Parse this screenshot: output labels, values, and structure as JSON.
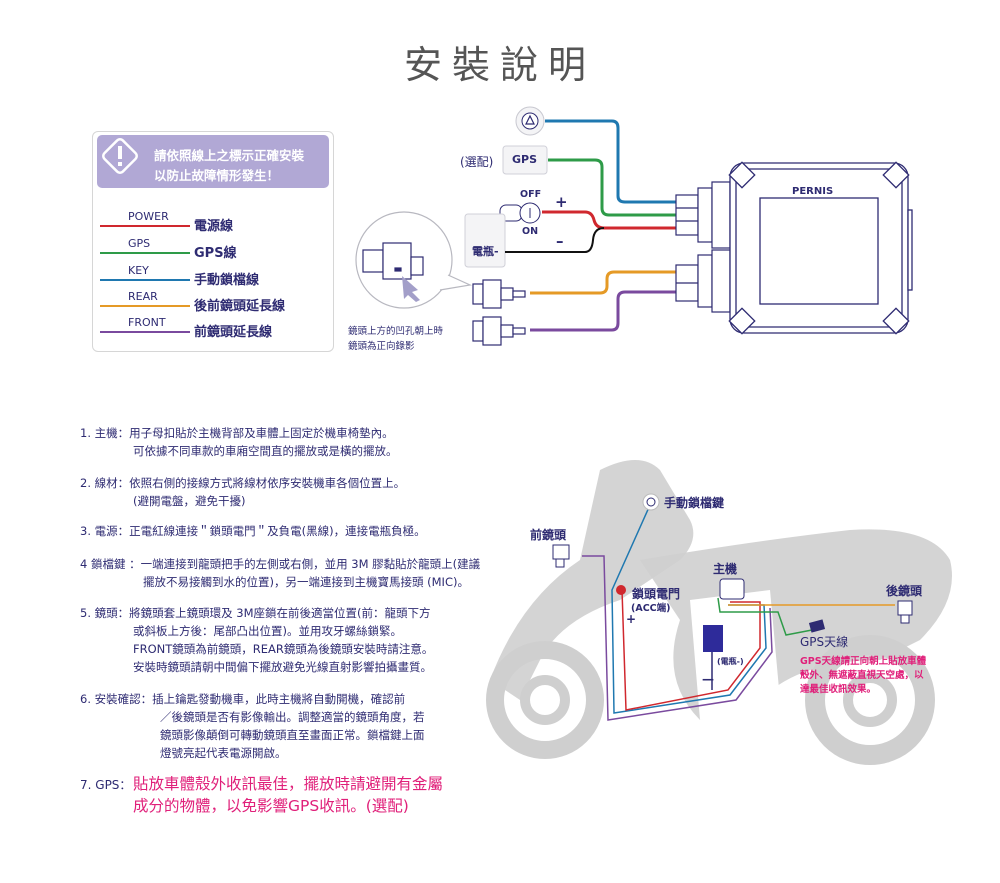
{
  "title": "安裝說明",
  "warning": {
    "line1": "請依照線上之標示正確安裝",
    "line2": "以防止故障情形發生！"
  },
  "legend": [
    {
      "code": "POWER",
      "text": "電源線",
      "color": "#d0282e"
    },
    {
      "code": "GPS",
      "text": "GPS線",
      "color": "#2e9b48"
    },
    {
      "code": "KEY",
      "text": "手動鎖檔線",
      "color": "#1f78b0"
    },
    {
      "code": "REAR",
      "text": "後前鏡頭延長線",
      "color": "#e59a26"
    },
    {
      "code": "FRONT",
      "text": "前鏡頭延長線",
      "color": "#7a4a9e"
    }
  ],
  "wiring": {
    "optional": "(選配)",
    "gps": "GPS",
    "off": "OFF",
    "on": "ON",
    "plus": "+",
    "minus": "–",
    "battery": "電瓶-",
    "brand": "PERNIS",
    "lens_note1": "鏡頭上方的凹孔朝上時",
    "lens_note2": "鏡頭為正向錄影"
  },
  "instructions": [
    {
      "lines": [
        "1. 主機：用子母扣貼於主機背部及車體上固定於機車椅墊內。",
        "可依據不同車款的車廂空間直的擺放或是橫的擺放。"
      ]
    },
    {
      "lines": [
        "2. 線材：依照右側的接線方式將線材依序安裝機車各個位置上。",
        "(避開電盤，避免干擾)"
      ]
    },
    {
      "lines": [
        "3. 電源：正電紅線連接＂鎖頭電門＂及負電(黑線)，連接電瓶負極。"
      ]
    },
    {
      "lines": [
        "4 鎖檔鍵 ：一端連接到龍頭把手的左側或右側，並用 3M 膠黏貼於龍頭上(建議",
        "擺放不易接觸到水的位置)，另一端連接到主機寶馬接頭 (MIC)。"
      ]
    },
    {
      "lines": [
        "5. 鏡頭：將鏡頭套上鏡頭環及 3M座鎖在前後適當位置(前：龍頭下方",
        "或斜板上方後：尾部凸出位置)。並用攻牙螺絲鎖緊。",
        "FRONT鏡頭為前鏡頭，REAR鏡頭為後鏡頭安裝時請注意。",
        "安裝時鏡頭請朝中間偏下擺放避免光線直射影響拍攝畫質。"
      ]
    },
    {
      "lines": [
        "6. 安裝確認：插上鑰匙發動機車，此時主機將自動開機，確認前",
        "／後鏡頭是否有影像輸出。調整適當的鏡頭角度，若",
        "鏡頭影像顛倒可轉動鏡頭直至畫面正常。鎖檔鍵上面",
        "燈號亮起代表電源開啟。"
      ]
    },
    {
      "lines": [
        "7. GPS：",
        "貼放車體殼外收訊最佳，擺放時請避開有金屬",
        "成分的物體，以免影響GPS收訊。(選配)"
      ]
    }
  ],
  "scooter": {
    "lock_key": "手動鎖檔鍵",
    "front_cam": "前鏡頭",
    "main_unit": "主機",
    "ignition": "鎖頭電門",
    "acc": "(ACC端)",
    "plus": "+",
    "battery": "(電瓶-)",
    "minus": "—",
    "rear_cam": "後鏡頭",
    "gps_antenna": "GPS天線",
    "gps_note": [
      "GPS天線請正向朝上貼放車體",
      "殼外、無遮蔽直視天空處，以",
      "達最佳收訊效果。"
    ]
  },
  "colors": {
    "text": "#2e2b72",
    "pink": "#e0207a",
    "banner": "#b1a8d5"
  }
}
